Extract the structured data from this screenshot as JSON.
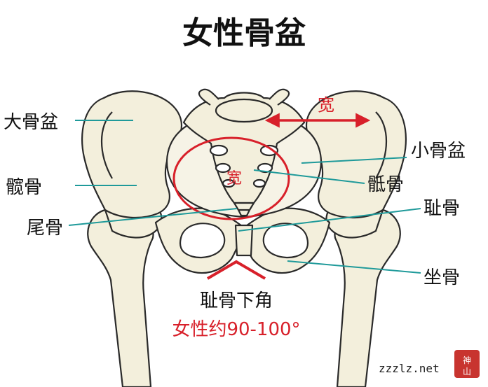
{
  "title": "女性骨盆",
  "labels": {
    "greater_pelvis": "大骨盆",
    "lesser_pelvis": "小骨盆",
    "hip_bone": "髋骨",
    "sacrum": "骶骨",
    "coccyx": "尾骨",
    "pubis": "耻骨",
    "ischium": "坐骨"
  },
  "annotations": {
    "wide_upper": "宽",
    "wide_inner": "宽",
    "subpubic_angle_label": "耻骨下角",
    "subpubic_angle_value": "女性约90-100°"
  },
  "watermark": {
    "site": "zzzlz.net",
    "seal_text": "神山"
  },
  "colors": {
    "bone_fill": "#f3efdc",
    "bone_stroke": "#2a2a2a",
    "leader_line": "#1f9a9a",
    "accent_red": "#d8202a",
    "text": "#111111",
    "seal": "#c8342f"
  }
}
